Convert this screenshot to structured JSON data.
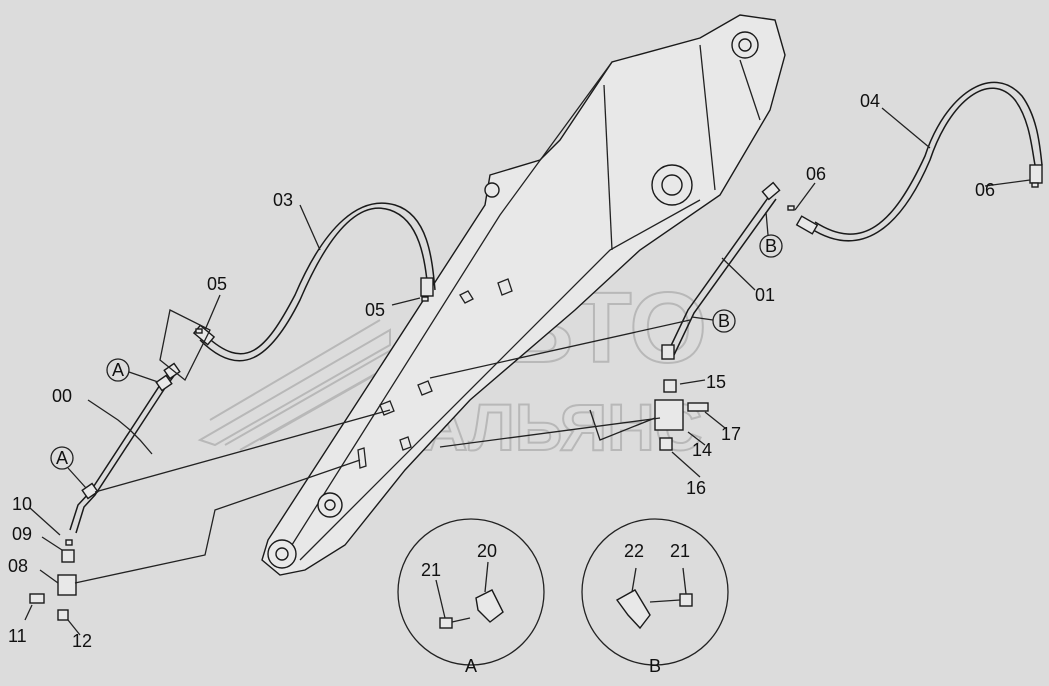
{
  "watermark": {
    "line1": "АВТО",
    "line2": "АЛЬЯНС"
  },
  "callouts": {
    "c00": "00",
    "c01": "01",
    "c03": "03",
    "c04": "04",
    "c05a": "05",
    "c05b": "05",
    "c06a": "06",
    "c06b": "06",
    "c08": "08",
    "c09": "09",
    "c10": "10",
    "c11": "11",
    "c12": "12",
    "c14": "14",
    "c15": "15",
    "c16": "16",
    "c17": "17",
    "c20": "20",
    "c21a": "21",
    "c21b": "21",
    "c22": "22"
  },
  "view_markers": {
    "a1": "A",
    "a2": "A",
    "b1": "B",
    "b2": "B"
  },
  "detail_views": {
    "a_title": "A",
    "b_title": "B"
  },
  "colors": {
    "background": "#dcdcdc",
    "line": "#1a1a1a",
    "watermark": "#b8b8b8"
  }
}
